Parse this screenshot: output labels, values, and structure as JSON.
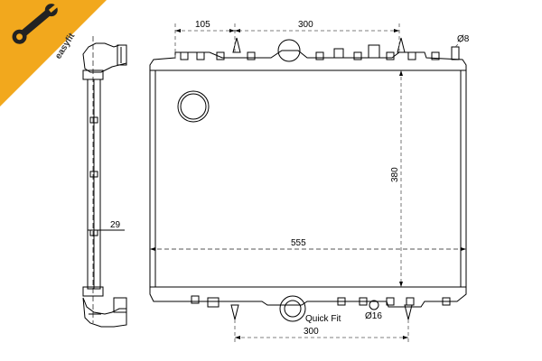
{
  "badge": {
    "text": "easyfit",
    "color": "#f2a81d"
  },
  "dimensions": {
    "top_left": "105",
    "top_mid": "300",
    "top_pipe": "Ø8",
    "height": "380",
    "width": "555",
    "side_depth": "29",
    "bottom_mid": "300",
    "bottom_pipe": "Ø16",
    "connector": "Quick Fit"
  },
  "colors": {
    "line": "#000000",
    "dash": "#555555",
    "bg": "#ffffff",
    "badge_icon": "#222222"
  }
}
